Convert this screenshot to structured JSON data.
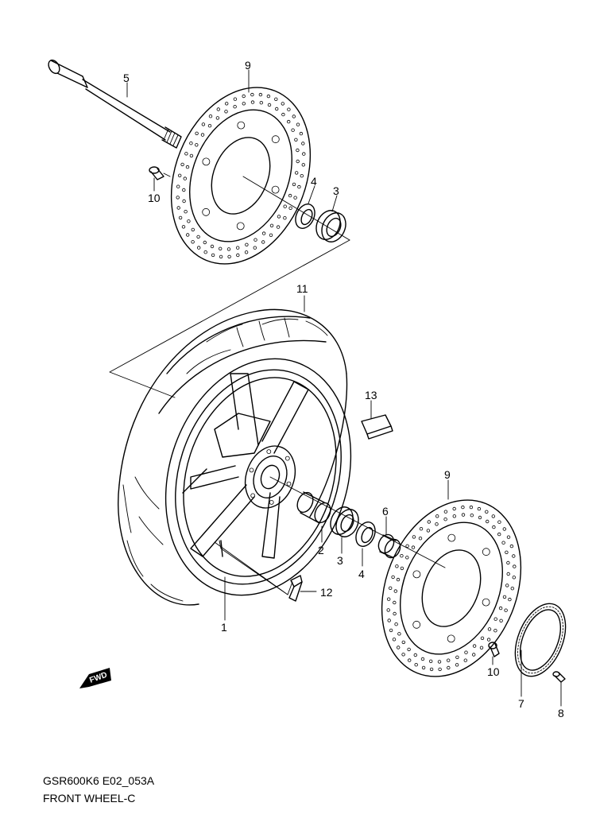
{
  "diagram": {
    "model_code": "GSR600K6 E02_053A",
    "title": "FRONT WHEEL-C",
    "direction_marker": "FWD",
    "callouts": {
      "p5": "5",
      "p9_top": "9",
      "p10_top": "10",
      "p4_top": "4",
      "p3_top": "3",
      "p11": "11",
      "p13": "13",
      "p9_bottom": "9",
      "p6": "6",
      "p2": "2",
      "p3_bottom": "3",
      "p4_bottom": "4",
      "p12": "12",
      "p1": "1",
      "p10_bottom": "10",
      "p7": "7",
      "p8": "8"
    }
  }
}
